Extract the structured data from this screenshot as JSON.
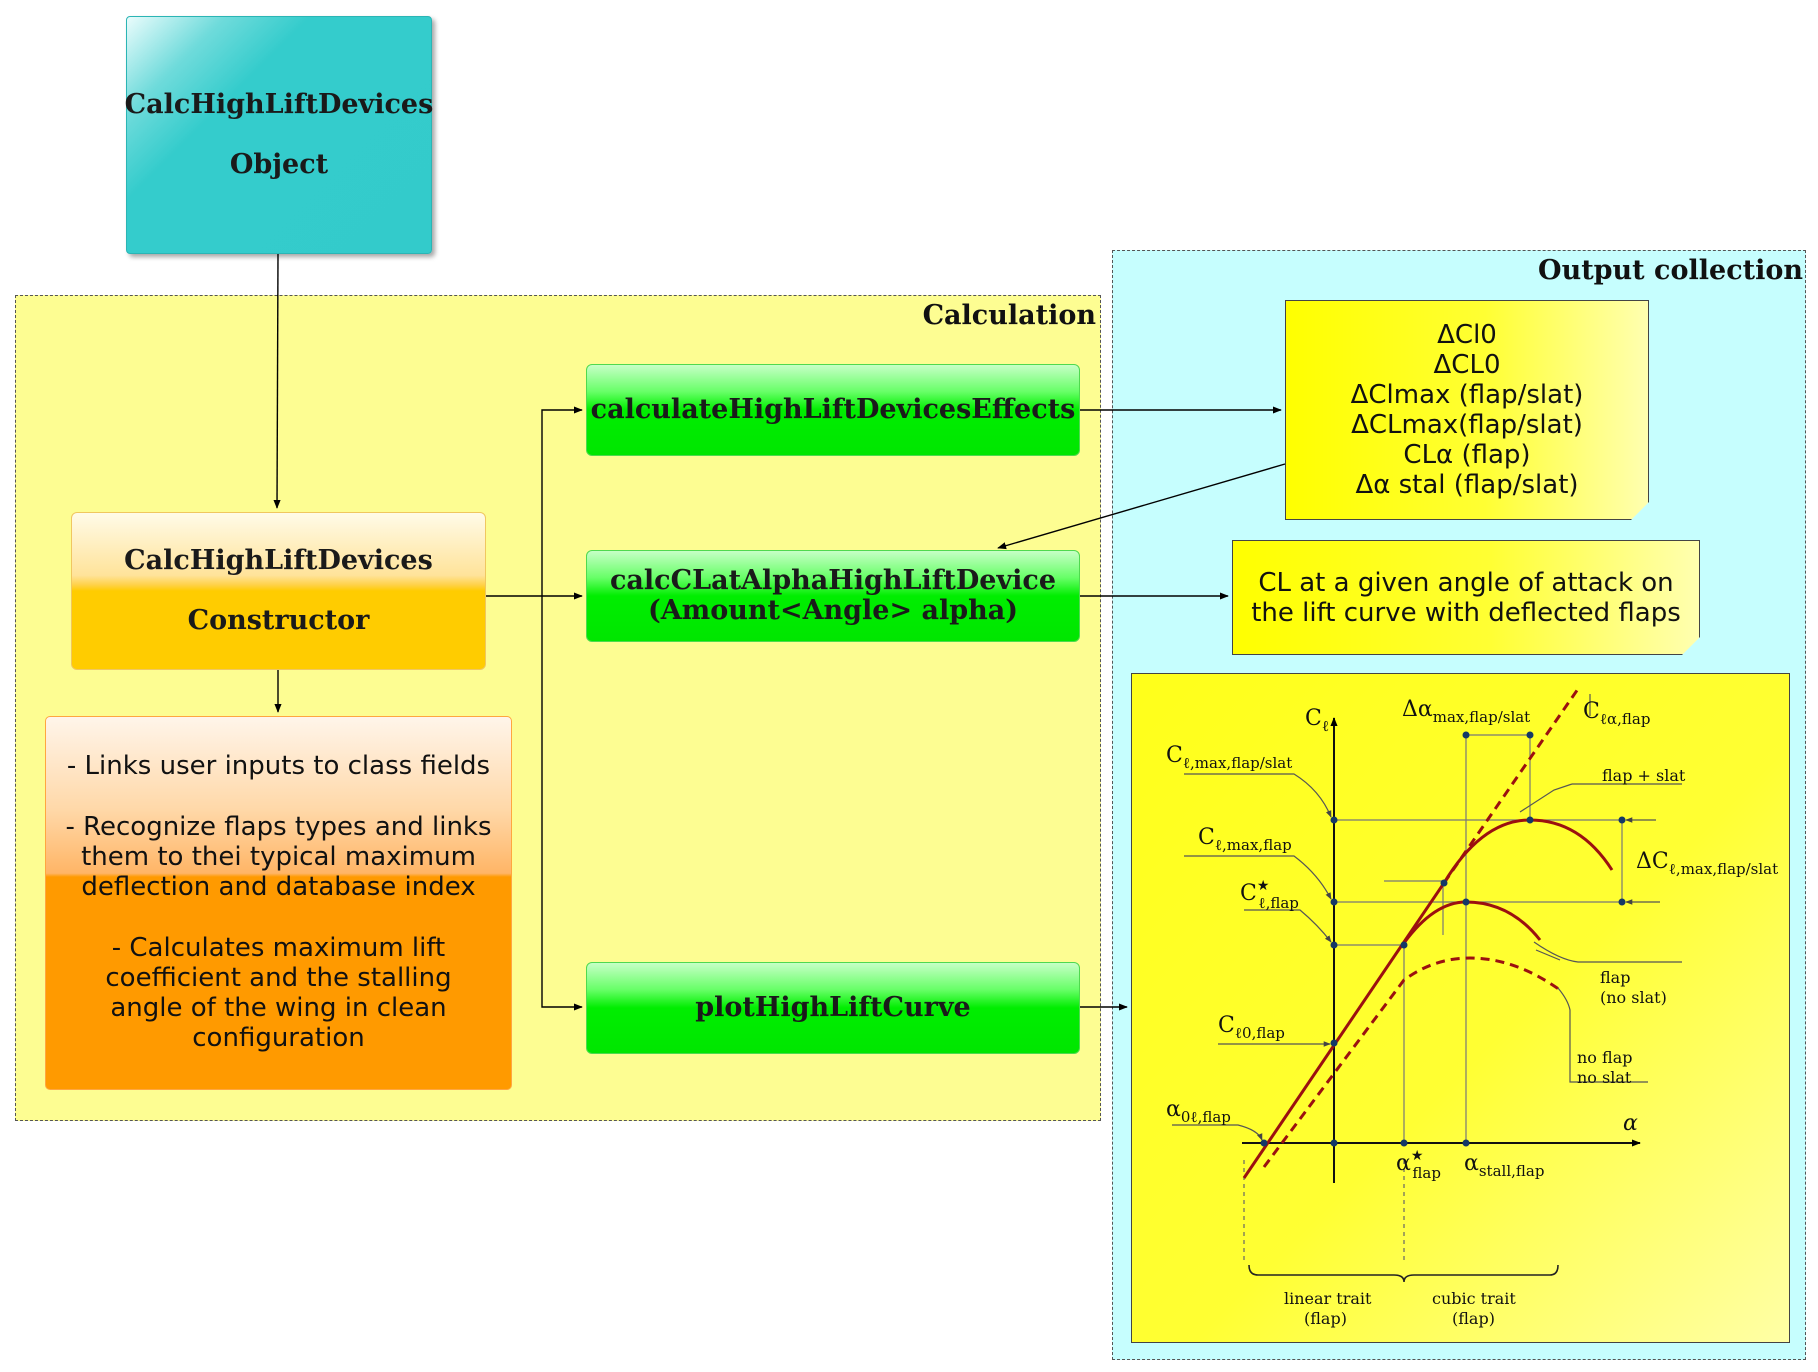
{
  "object_box": {
    "line1": "CalcHighLiftDevices",
    "line2": "Object"
  },
  "calculation_region": {
    "title": "Calculation"
  },
  "output_region": {
    "title": "Output collection"
  },
  "constructor_box": {
    "line1": "CalcHighLiftDevices",
    "line2": "Constructor"
  },
  "notes": {
    "line1": "- Links user inputs to class fields",
    "line2": "- Recognize flaps types and links",
    "line3": "them to thei typical maximum",
    "line4": "deflection and database index",
    "line5": "- Calculates maximum lift",
    "line6": "coefficient  and the stalling",
    "line7": "angle of the wing in clean",
    "line8": "configuration"
  },
  "methods": {
    "effects": "calculateHighLiftDevicesEffects",
    "calccl_line1": "calcCLatAlphaHighLiftDevice",
    "calccl_line2": "(Amount<Angle> alpha)",
    "plot": "plotHighLiftCurve"
  },
  "effects_output": {
    "line1": "ΔCl0",
    "line2": "ΔCL0",
    "line3": "ΔClmax (flap/slat)",
    "line4": "ΔCLmax(flap/slat)",
    "line5": "CLα (flap)",
    "line6": "Δα stal (flap/slat)"
  },
  "cl_output": {
    "line1": "CL at a given angle of attack on",
    "line2": "the lift curve with deflected flaps"
  },
  "colors": {
    "curve": "#9b1010",
    "calc_bg": "#fdfd92",
    "output_bg": "#c6fefe",
    "method_green": "#00e600",
    "object_teal": "#33cbcb",
    "constructor_yellow": "#ffcc00",
    "notes_orange": "#ff9a00"
  },
  "chart_labels": {
    "y_axis": "C",
    "y_axis_sub": "ℓ",
    "x_axis": "α",
    "delta_alpha_max": "Δα",
    "delta_alpha_max_sub": "max,flap/slat",
    "cl_alpha": "C",
    "cl_alpha_sub": "ℓα,flap",
    "cl_max_flap_slat": "C",
    "cl_max_flap_slat_sub": "ℓ,max,flap/slat",
    "cl_max_flap": "C",
    "cl_max_flap_sub": "ℓ,max,flap",
    "cl_star": "C",
    "cl_star_sup": "★",
    "cl_star_sub": "ℓ,flap",
    "cl0": "C",
    "cl0_sub": "ℓ0,flap",
    "alpha0": "α",
    "alpha0_sub": "0ℓ,flap",
    "alpha_star": "α",
    "alpha_star_sup": "★",
    "alpha_star_sub": "flap",
    "alpha_stall": "α",
    "alpha_stall_sub": "stall,flap",
    "delta_cl_max": "ΔC",
    "delta_cl_max_sub": "ℓ,max,flap/slat",
    "flap_slat": "flap + slat",
    "flap": "flap",
    "no_slat": "(no slat)",
    "no_flap": "no flap",
    "no_slat2": "no slat",
    "linear_trait": "linear trait",
    "cubic_trait": "cubic trait",
    "flap_paren": "(flap)"
  }
}
